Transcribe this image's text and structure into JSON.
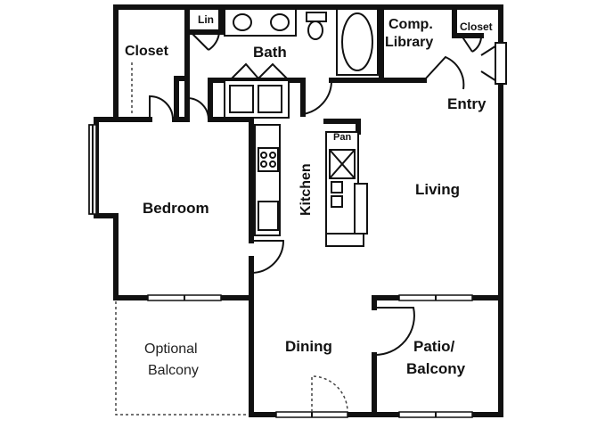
{
  "plan": {
    "rooms": {
      "closet_left": "Closet",
      "linen": "Lin",
      "bath": "Bath",
      "comp_library_1": "Comp.",
      "comp_library_2": "Library",
      "closet_right": "Closet",
      "entry": "Entry",
      "pantry": "Pan",
      "kitchen": "Kitchen",
      "living": "Living",
      "bedroom": "Bedroom",
      "optional_balcony_1": "Optional",
      "optional_balcony_2": "Balcony",
      "dining": "Dining",
      "patio_1": "Patio/",
      "patio_2": "Balcony"
    }
  }
}
